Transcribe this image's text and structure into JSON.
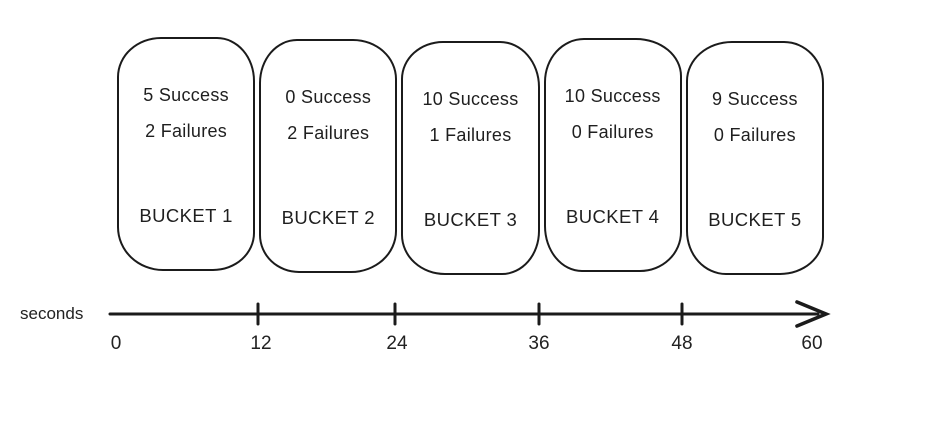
{
  "buckets": [
    {
      "success": "5 Success",
      "failures": "2 Failures",
      "label": "BUCKET 1"
    },
    {
      "success": "0 Success",
      "failures": "2 Failures",
      "label": "BUCKET 2"
    },
    {
      "success": "10 Success",
      "failures": "1 Failures",
      "label": "BUCKET 3"
    },
    {
      "success": "10 Success",
      "failures": "0 Failures",
      "label": "BUCKET 4"
    },
    {
      "success": "9 Success",
      "failures": "0 Failures",
      "label": "BUCKET 5"
    }
  ],
  "timeline": {
    "axis_label": "seconds",
    "tick_labels": [
      "0",
      "12",
      "24",
      "36",
      "48",
      "60"
    ]
  },
  "colors": {
    "ink": "#1b1b1b",
    "background": "#ffffff"
  }
}
